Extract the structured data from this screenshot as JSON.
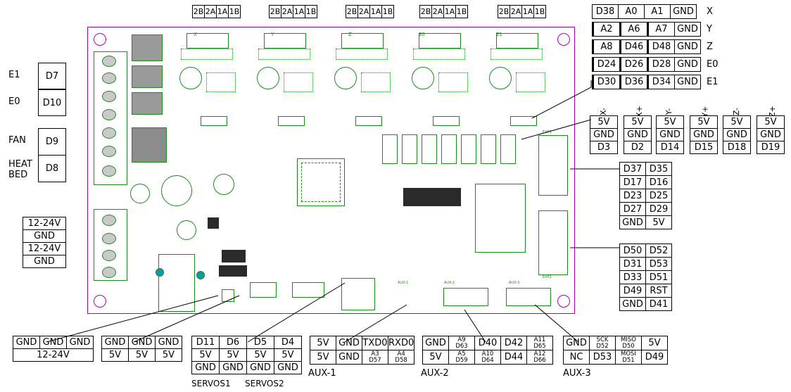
{
  "steppers": [
    {
      "cells": [
        "2B",
        "2A",
        "1A",
        "1B"
      ]
    },
    {
      "cells": [
        "2B",
        "2A",
        "1A",
        "1B"
      ]
    },
    {
      "cells": [
        "2B",
        "2A",
        "1A",
        "1B"
      ]
    },
    {
      "cells": [
        "2B",
        "2A",
        "1A",
        "1B"
      ]
    },
    {
      "cells": [
        "2B",
        "2A",
        "1A",
        "1B"
      ]
    }
  ],
  "axes_table": [
    {
      "cells": [
        "D38",
        "A0",
        "A1",
        "GND"
      ],
      "axis": "X",
      "inv": false
    },
    {
      "cells": [
        "A2",
        "A6",
        "A7",
        "GND"
      ],
      "axis": "Y",
      "inv": true
    },
    {
      "cells": [
        "A8",
        "D46",
        "D48",
        "GND"
      ],
      "axis": "Z",
      "inv": true
    },
    {
      "cells": [
        "D24",
        "D26",
        "D28",
        "GND"
      ],
      "axis": "E0",
      "inv": true
    },
    {
      "cells": [
        "D30",
        "D36",
        "D34",
        "GND"
      ],
      "axis": "E1",
      "inv": true
    }
  ],
  "left_outputs": [
    {
      "name": "E1",
      "pin": "D7"
    },
    {
      "name": "E0",
      "pin": "D10"
    },
    {
      "name": "FAN",
      "pin": "D9"
    },
    {
      "name": "HEAT\nBED",
      "pin": "D8"
    }
  ],
  "power_in": [
    "12-24V",
    "GND",
    "12-24V",
    "GND"
  ],
  "endstops": [
    {
      "label": "X-",
      "cells": [
        "5V",
        "GND",
        "D3"
      ]
    },
    {
      "label": "X+",
      "cells": [
        "5V",
        "GND",
        "D2"
      ]
    },
    {
      "label": "Y-",
      "cells": [
        "5V",
        "GND",
        "D14"
      ]
    },
    {
      "label": "Y+",
      "cells": [
        "5V",
        "GND",
        "D15"
      ]
    },
    {
      "label": "Z-",
      "cells": [
        "5V",
        "GND",
        "D18"
      ]
    },
    {
      "label": "Z+",
      "cells": [
        "5V",
        "GND",
        "D19"
      ]
    }
  ],
  "exp1": [
    [
      "D37",
      "D35"
    ],
    [
      "D17",
      "D16"
    ],
    [
      "D23",
      "D25"
    ],
    [
      "D27",
      "D29"
    ],
    [
      "GND",
      "5V"
    ]
  ],
  "exp2": [
    [
      "D50",
      "D52"
    ],
    [
      "D31",
      "D53"
    ],
    [
      "D33",
      "D51"
    ],
    [
      "D49",
      "RST"
    ],
    [
      "GND",
      "D41"
    ]
  ],
  "bottom_power": {
    "row": [
      "GND",
      "GND",
      "GND"
    ],
    "label": "12-24V"
  },
  "bottom_gnd5v": [
    [
      "GND",
      "GND",
      "GND"
    ],
    [
      "5V",
      "5V",
      "5V"
    ]
  ],
  "servos": [
    [
      "D11",
      "D6",
      "D5",
      "D4"
    ],
    [
      "5V",
      "5V",
      "5V",
      "5V"
    ],
    [
      "GND",
      "GND",
      "GND",
      "GND"
    ]
  ],
  "servo_labels": [
    "SERVOS1",
    "SERVOS2"
  ],
  "aux1": [
    [
      "5V",
      "GND",
      "TXD0",
      "RXD0"
    ],
    [
      "5V",
      "GND",
      "A3\nD57",
      "A4\nD58"
    ]
  ],
  "aux1_label": "AUX-1",
  "aux2": [
    [
      "GND",
      "A9\nD63",
      "D40",
      "D42",
      "A11\nD65"
    ],
    [
      "5V",
      "A5\nD59",
      "A10\nD64",
      "D44",
      "A12\nD66"
    ]
  ],
  "aux2_label": "AUX-2",
  "aux3": [
    [
      "GND",
      "SCK\nD52",
      "MISO\nD50",
      "5V"
    ],
    [
      "NC",
      "D53",
      "MOSI\nD51",
      "D49"
    ]
  ],
  "aux3_label": "AUX-3",
  "board_text": {
    "stepper_headers": [
      "X",
      "Y",
      "Z",
      "E0",
      "E1"
    ],
    "exp1_label": "EXP1",
    "exp2_label": "EXP2",
    "aux_labels": [
      "AUX-1",
      "AUX-2",
      "AUX-3"
    ]
  }
}
